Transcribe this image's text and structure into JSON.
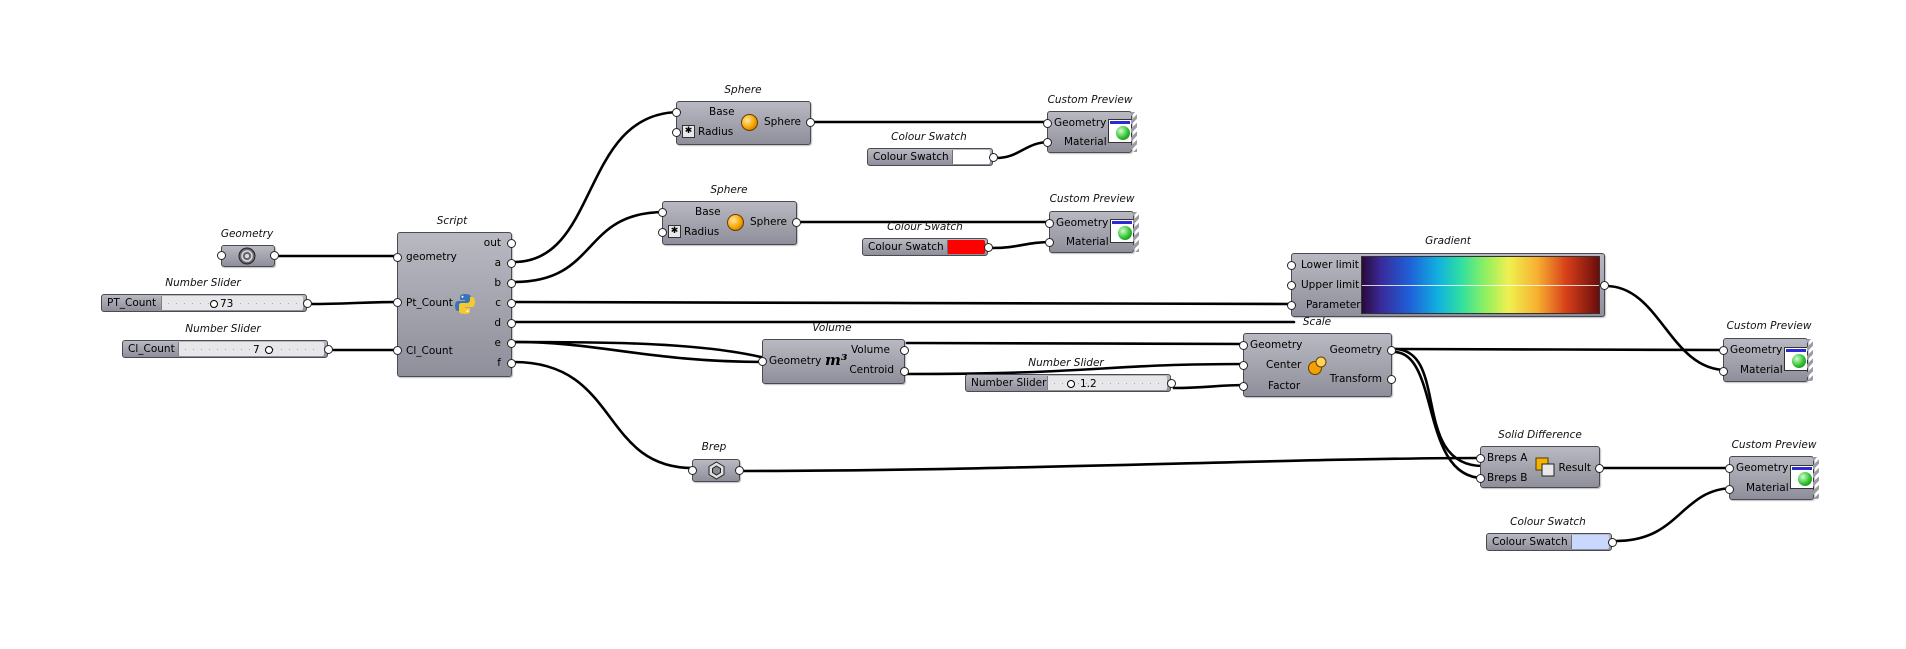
{
  "canvas": {
    "background": "#ffffff",
    "wire_color": "#000000"
  },
  "components": {
    "geometry_param": {
      "caption": "Geometry",
      "icon": "geometry-spiral-icon"
    },
    "slider_pt": {
      "caption": "Number Slider",
      "label": "PT_Count",
      "value": "73",
      "fraction": 0.4
    },
    "slider_cl": {
      "caption": "Number Slider",
      "label": "Cl_Count",
      "value": "7",
      "fraction": 0.55
    },
    "script": {
      "caption": "Script",
      "inputs": [
        "geometry",
        "Pt_Count",
        "Cl_Count"
      ],
      "outputs": [
        "out",
        "a",
        "b",
        "c",
        "d",
        "e",
        "f"
      ],
      "icon": "python-icon"
    },
    "sphere1": {
      "caption": "Sphere",
      "inputs": [
        "Base",
        "Radius"
      ],
      "output": "Sphere",
      "icon": "sphere-icon"
    },
    "sphere2": {
      "caption": "Sphere",
      "inputs": [
        "Base",
        "Radius"
      ],
      "output": "Sphere",
      "icon": "sphere-icon"
    },
    "swatch1": {
      "caption": "Colour Swatch",
      "label": "Colour Swatch",
      "color": "#ffffff"
    },
    "swatch2": {
      "caption": "Colour Swatch",
      "label": "Colour Swatch",
      "color": "#ff0000"
    },
    "swatch3": {
      "caption": "Colour Swatch",
      "label": "Colour Swatch",
      "color": "#c8d8ff"
    },
    "preview1": {
      "caption": "Custom Preview",
      "inputs": [
        "Geometry",
        "Material"
      ],
      "icon": "preview-icon"
    },
    "preview2": {
      "caption": "Custom Preview",
      "inputs": [
        "Geometry",
        "Material"
      ],
      "icon": "preview-icon"
    },
    "preview3": {
      "caption": "Custom Preview",
      "inputs": [
        "Geometry",
        "Material"
      ],
      "icon": "preview-icon"
    },
    "preview4": {
      "caption": "Custom Preview",
      "inputs": [
        "Geometry",
        "Material"
      ],
      "icon": "preview-icon"
    },
    "volume": {
      "caption": "Volume",
      "input": "Geometry",
      "outputs": [
        "Volume",
        "Centroid"
      ],
      "icon_text": "m³"
    },
    "slider_scale": {
      "caption": "Number Slider",
      "label": "Number Slider",
      "value": "1.2",
      "fraction": 0.1
    },
    "scale": {
      "caption": "Scale",
      "inputs": [
        "Geometry",
        "Center",
        "Factor"
      ],
      "outputs": [
        "Geometry",
        "Transform"
      ],
      "icon": "scale-icon"
    },
    "gradient": {
      "caption": "Gradient",
      "inputs": [
        "Lower limit",
        "Upper limit",
        "Parameter"
      ]
    },
    "brep": {
      "caption": "Brep",
      "icon": "brep-icon"
    },
    "solid_difference": {
      "caption": "Solid Difference",
      "inputs": [
        "Breps A",
        "Breps B"
      ],
      "output": "Result",
      "icon": "solid-difference-icon"
    }
  }
}
